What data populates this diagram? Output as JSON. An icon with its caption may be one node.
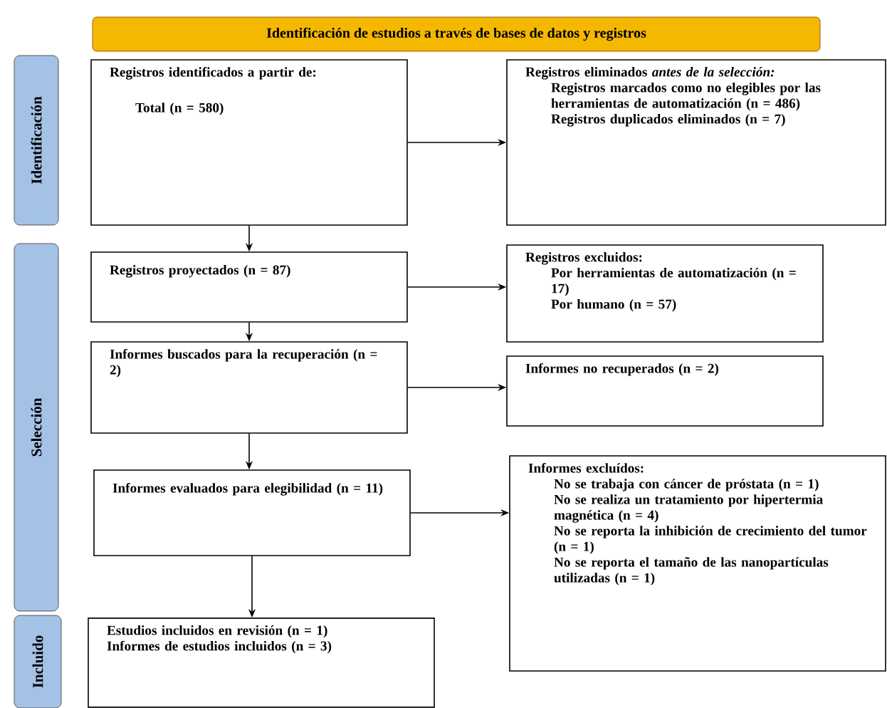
{
  "diagram": {
    "nodes": [
      {
        "text": [
          "Identificación de estudios a través de bases de datos y registros"
        ]
      },
      {
        "text": [
          "Identificación"
        ]
      },
      {
        "text": [
          "Selección"
        ]
      },
      {
        "text": [
          "Incluido"
        ]
      },
      {
        "text": [
          "Registros identificados a partir de:",
          "Total (n = 580)"
        ]
      },
      {
        "text": [
          "Registros eliminados *antes de la selección:*",
          "Registros marcados como no elegibles por las herramientas de automatización (n = 486)",
          "Registros duplicados eliminados (n = 7)"
        ]
      },
      {
        "text": [
          "Registros proyectados (n = 87)"
        ]
      },
      {
        "text": [
          "Registros excluidos:",
          "Por herramientas de automatización (n = 17)",
          "Por humano (n = 57)"
        ]
      },
      {
        "text": [
          "Informes buscados para la recuperación (n = 2)"
        ]
      },
      {
        "text": [
          "Informes no recuperados (n = 2)"
        ]
      },
      {
        "text": [
          "Informes evaluados para elegibilidad (n = 11)"
        ]
      },
      {
        "text": [
          "Informes excluídos:",
          "No se trabaja con cáncer de próstata (n = 1)",
          "No se realiza un tratamiento por hipertermia magnética (n = 4)",
          "No se reporta la inhibición de crecimiento del tumor (n = 1)",
          "No se reporta el tamaño de las nanopartículas utilizadas (n = 1)"
        ]
      },
      {
        "text": [
          "Estudios incluidos en revisión (n = 1)",
          "Informes de estudios incluidos (n = 3)"
        ]
      }
    ],
    "edges": [
      {
        "from": 4,
        "to": 5,
        "arrow": "to"
      },
      {
        "from": 4,
        "to": 6,
        "arrow": "to"
      },
      {
        "from": 6,
        "to": 7,
        "arrow": "to"
      },
      {
        "from": 6,
        "to": 8,
        "arrow": "to"
      },
      {
        "from": 8,
        "to": 9,
        "arrow": "to"
      },
      {
        "from": 8,
        "to": 10,
        "arrow": "to"
      },
      {
        "from": 10,
        "to": 11,
        "arrow": "to"
      },
      {
        "from": 10,
        "to": 12,
        "arrow": "to"
      }
    ]
  }
}
